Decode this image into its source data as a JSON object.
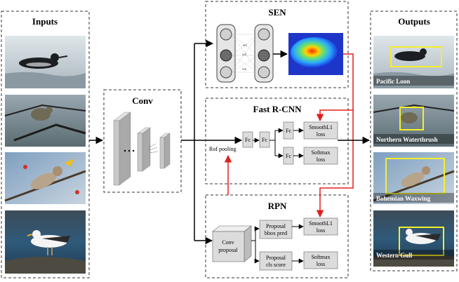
{
  "panels": {
    "inputs": {
      "title": "Inputs"
    },
    "conv": {
      "title": "Conv"
    },
    "sen": {
      "title": "SEN",
      "weights": [
        "w1",
        "w2",
        "wn"
      ]
    },
    "fast_rcnn": {
      "title": "Fast R-CNN",
      "roi_label": "RoI pooling",
      "fc_label": "Fc",
      "loss_smooth": [
        "SmoothL1",
        "loss"
      ],
      "loss_softmax": [
        "Softmax",
        "loss"
      ]
    },
    "rpn": {
      "title": "RPN",
      "conv_proposal": [
        "Conv",
        "proposal"
      ],
      "bbox_pred": [
        "Proposal",
        "bbox pred"
      ],
      "cls_score": [
        "Proposal",
        "cls score"
      ],
      "loss_smooth": [
        "SmoothL1",
        "loss"
      ],
      "loss_softmax": [
        "Softmax",
        "loss"
      ]
    },
    "outputs": {
      "title": "Outputs",
      "captions": [
        "Pacific Loon",
        "Northern Waterthrush",
        "Bohemian Waxwing",
        "Western Gull"
      ]
    }
  },
  "colors": {
    "red_arrow": "#e0201c",
    "box_yellow": "#f3ef2a",
    "box_gray": "#dcdcdc",
    "layer_gray": "#c8c8c8"
  }
}
